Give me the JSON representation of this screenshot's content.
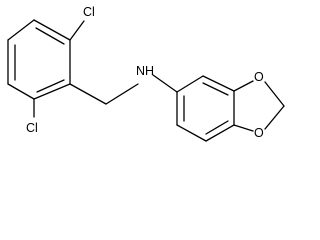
{
  "molecule": {
    "atoms": {
      "cl_top": "Cl",
      "cl_bottom": "Cl",
      "nh": "N",
      "o_upper": "O",
      "o_lower": "O",
      "h": "H"
    },
    "colors": {
      "line": "#000000",
      "background": "#ffffff"
    }
  }
}
